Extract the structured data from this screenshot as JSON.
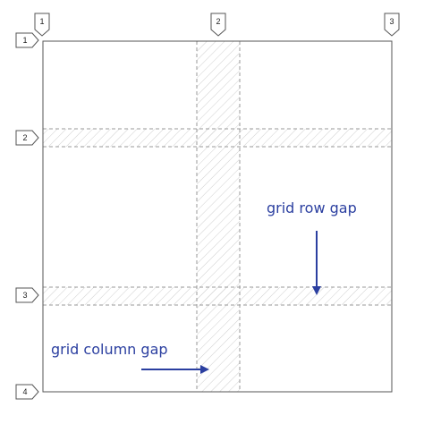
{
  "column_markers": [
    "1",
    "2",
    "3"
  ],
  "row_markers": [
    "1",
    "2",
    "3",
    "4"
  ],
  "annotations": {
    "row_gap": "grid row gap",
    "column_gap": "grid column gap"
  },
  "colors": {
    "grid_border": "#555555",
    "gap_dash": "#9a9a9a",
    "gap_hatch": "#cfcfcf",
    "annotation": "#2b3fa0",
    "marker_border": "#555555"
  }
}
